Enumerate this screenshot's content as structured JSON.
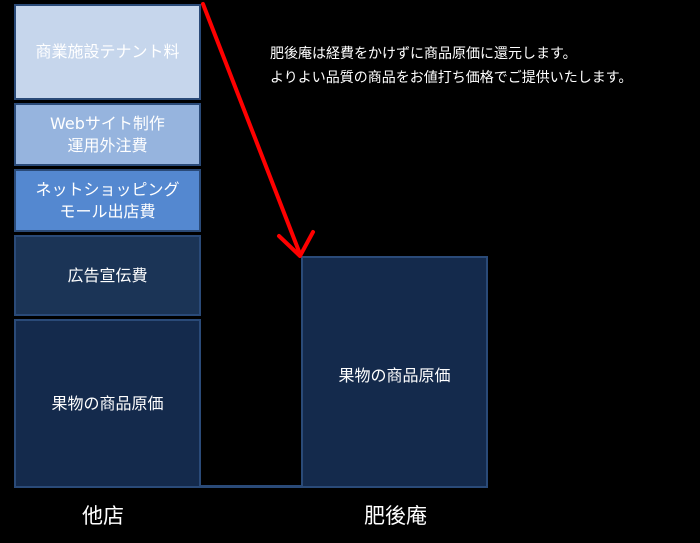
{
  "stack_other": {
    "tenant_fee": "商業施設テナント料",
    "web_outsourcing_line1": "Webサイト制作",
    "web_outsourcing_line2": "運用外注費",
    "net_shopping_line1": "ネットショッピング",
    "net_shopping_line2": "モール出店費",
    "advertising": "広告宣伝費",
    "product_cost": "果物の商品原価",
    "label": "他店"
  },
  "stack_higo": {
    "product_cost": "果物の商品原価",
    "label": "肥後庵"
  },
  "caption": {
    "line1": "肥後庵は経費をかけずに商品原価に還元します。",
    "line2": "よりよい品質の商品をお値打ち価格でご提供いたします。"
  },
  "colors": {
    "background": "#000000",
    "tenant": "#c6d6ec",
    "web": "#96b4de",
    "net": "#5488d0",
    "advertising": "#1b3456",
    "product_cost": "#142a4c",
    "border": "#2a4a78",
    "arrow": "#ff0000"
  }
}
